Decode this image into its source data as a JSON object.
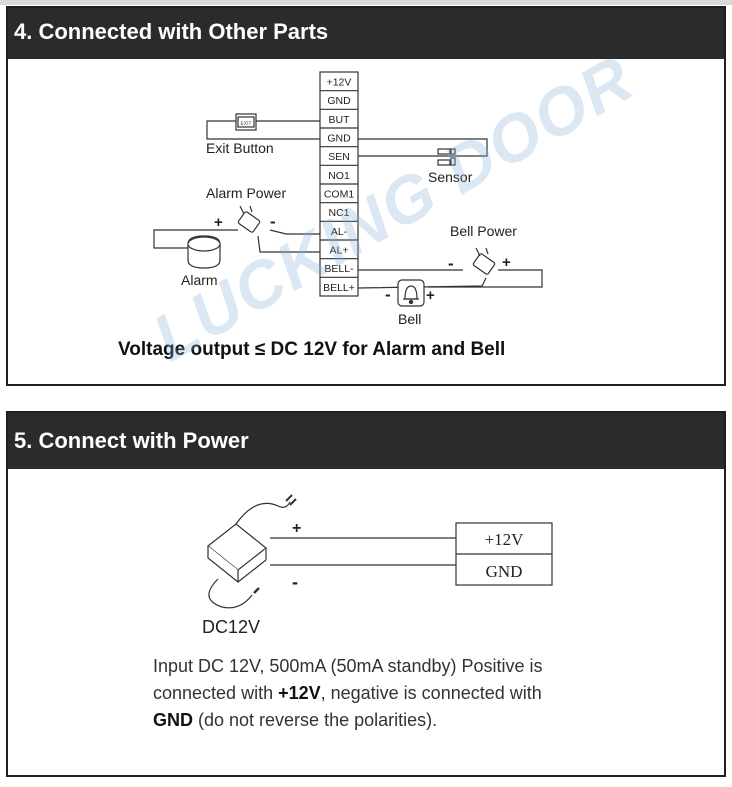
{
  "section4": {
    "title": "4. Connected with Other Parts",
    "terminals": [
      "+12V",
      "GND",
      "BUT",
      "GND",
      "SEN",
      "NO1",
      "COM1",
      "NC1",
      "AL-",
      "AL+",
      "BELL-",
      "BELL+"
    ],
    "exit_button_label": "Exit Button",
    "exit_button_text": "EXIT",
    "sensor_label": "Sensor",
    "alarm_power_label": "Alarm Power",
    "alarm_label": "Alarm",
    "bell_power_label": "Bell Power",
    "bell_label": "Bell",
    "plus": "+",
    "minus": "-",
    "voltage_note": "Voltage output ≤ DC 12V for Alarm and Bell"
  },
  "section5": {
    "title": "5. Connect with Power",
    "adapter_label": "DC12V",
    "plus": "+",
    "minus": "-",
    "terminal_pos": "+12V",
    "terminal_gnd": "GND",
    "desc_part1": "Input DC 12V, 500mA (50mA standby) Positive is connected with ",
    "desc_bold1": "+12V",
    "desc_part2": ", negative is connected with ",
    "desc_bold2": "GND",
    "desc_part3": " (do not reverse the polarities)."
  },
  "watermark": "LUCKING DOOR",
  "colors": {
    "header_bg": "#2b2b2b",
    "watermark": "#7fb0d9"
  }
}
